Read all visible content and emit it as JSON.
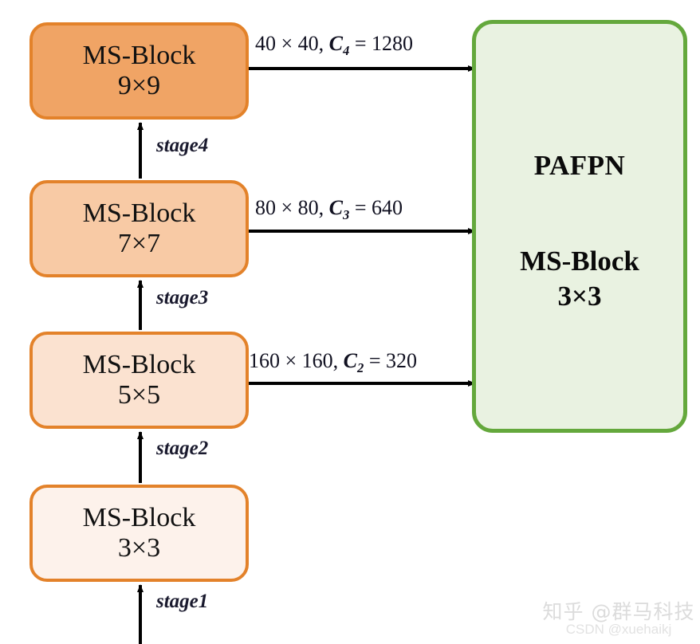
{
  "diagram": {
    "title": "MS-Block backbone feeding PAFPN neck",
    "colors": {
      "backbone_border": "#E3822A",
      "backbone_fill_stage4": "#F0A465",
      "backbone_fill_stage3": "#F8CAA5",
      "backbone_fill_stage2": "#FBE2D0",
      "backbone_fill_stage1": "#FDF2EB",
      "neck_border": "#64A83C",
      "neck_fill": "#E9F2E1",
      "arrow": "#000000",
      "text": "#111111",
      "watermark": "#dcdcdc"
    }
  },
  "backbone": {
    "blocks": [
      {
        "id": "block-9x9",
        "line1": "MS-Block",
        "line2": "9×9"
      },
      {
        "id": "block-7x7",
        "line1": "MS-Block",
        "line2": "7×7"
      },
      {
        "id": "block-5x5",
        "line1": "MS-Block",
        "line2": "5×5"
      },
      {
        "id": "block-3x3",
        "line1": "MS-Block",
        "line2": "3×3"
      }
    ],
    "stage_labels": [
      {
        "id": "stage4",
        "label": "stage4"
      },
      {
        "id": "stage3",
        "label": "stage3"
      },
      {
        "id": "stage2",
        "label": "stage2"
      },
      {
        "id": "stage1",
        "label": "stage1"
      }
    ]
  },
  "edges": [
    {
      "id": "edge-c4",
      "from": "block-9x9",
      "to": "pafpn",
      "resolution": "40 × 40, ",
      "channel_var": "C",
      "channel_index": "4",
      "equals": " = ",
      "channels": "1280"
    },
    {
      "id": "edge-c3",
      "from": "block-7x7",
      "to": "pafpn",
      "resolution": "80 × 80, ",
      "channel_var": "C",
      "channel_index": "3",
      "equals": " = ",
      "channels": "640"
    },
    {
      "id": "edge-c2",
      "from": "block-5x5",
      "to": "pafpn",
      "resolution": "160 × 160, ",
      "channel_var": "C",
      "channel_index": "2",
      "equals": " = ",
      "channels": "320"
    }
  ],
  "neck": {
    "title": "PAFPN",
    "sub_line1": "MS-Block",
    "sub_line2": "3×3"
  },
  "watermark": {
    "zhihu": "知乎 @群马科技",
    "csdn": "CSDN @xuehaikj"
  }
}
